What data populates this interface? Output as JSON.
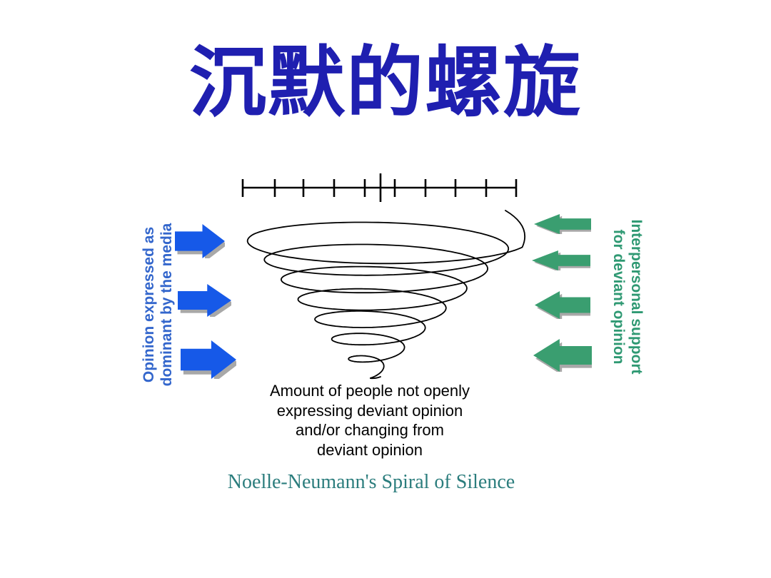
{
  "title": "沉默的螺旋",
  "colors": {
    "title_blue": "#1f1fb0",
    "arrow_blue": "#1659e8",
    "label_blue": "#3366cc",
    "arrow_green": "#3a9e70",
    "label_green": "#2f9973",
    "caption_teal": "#2b7d7d",
    "shadow_gray": "#a8a8a8",
    "ink": "#000000"
  },
  "left_label": {
    "line1": "Opinion expressed as",
    "line2": "dominant by the media"
  },
  "right_label": {
    "line1": "Interpersonal support",
    "line2": "for deviant opinion"
  },
  "spiral_caption": {
    "lines": [
      "Amount of people not openly",
      "expressing deviant opinion",
      "and/or changing from",
      "deviant opinion"
    ]
  },
  "footer_caption": "Noelle-Neumann's Spiral of Silence"
}
